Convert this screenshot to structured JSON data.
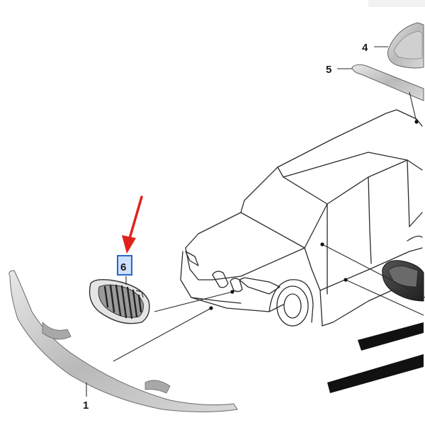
{
  "diagram": {
    "callouts": [
      {
        "id": "1",
        "part": "front-bumper-trim"
      },
      {
        "id": "4",
        "part": "mirror-cap"
      },
      {
        "id": "5",
        "part": "roof-spoiler-trim"
      },
      {
        "id": "6",
        "part": "kidney-grille",
        "highlighted": true
      }
    ],
    "colors": {
      "line": "#2a2a2a",
      "highlight_box": "#2b66c9",
      "highlight_fill": "#cfe0ff",
      "arrow": "#e0221b",
      "part_silver": "#c9c9c9",
      "part_dark": "#2b2b2b"
    }
  }
}
